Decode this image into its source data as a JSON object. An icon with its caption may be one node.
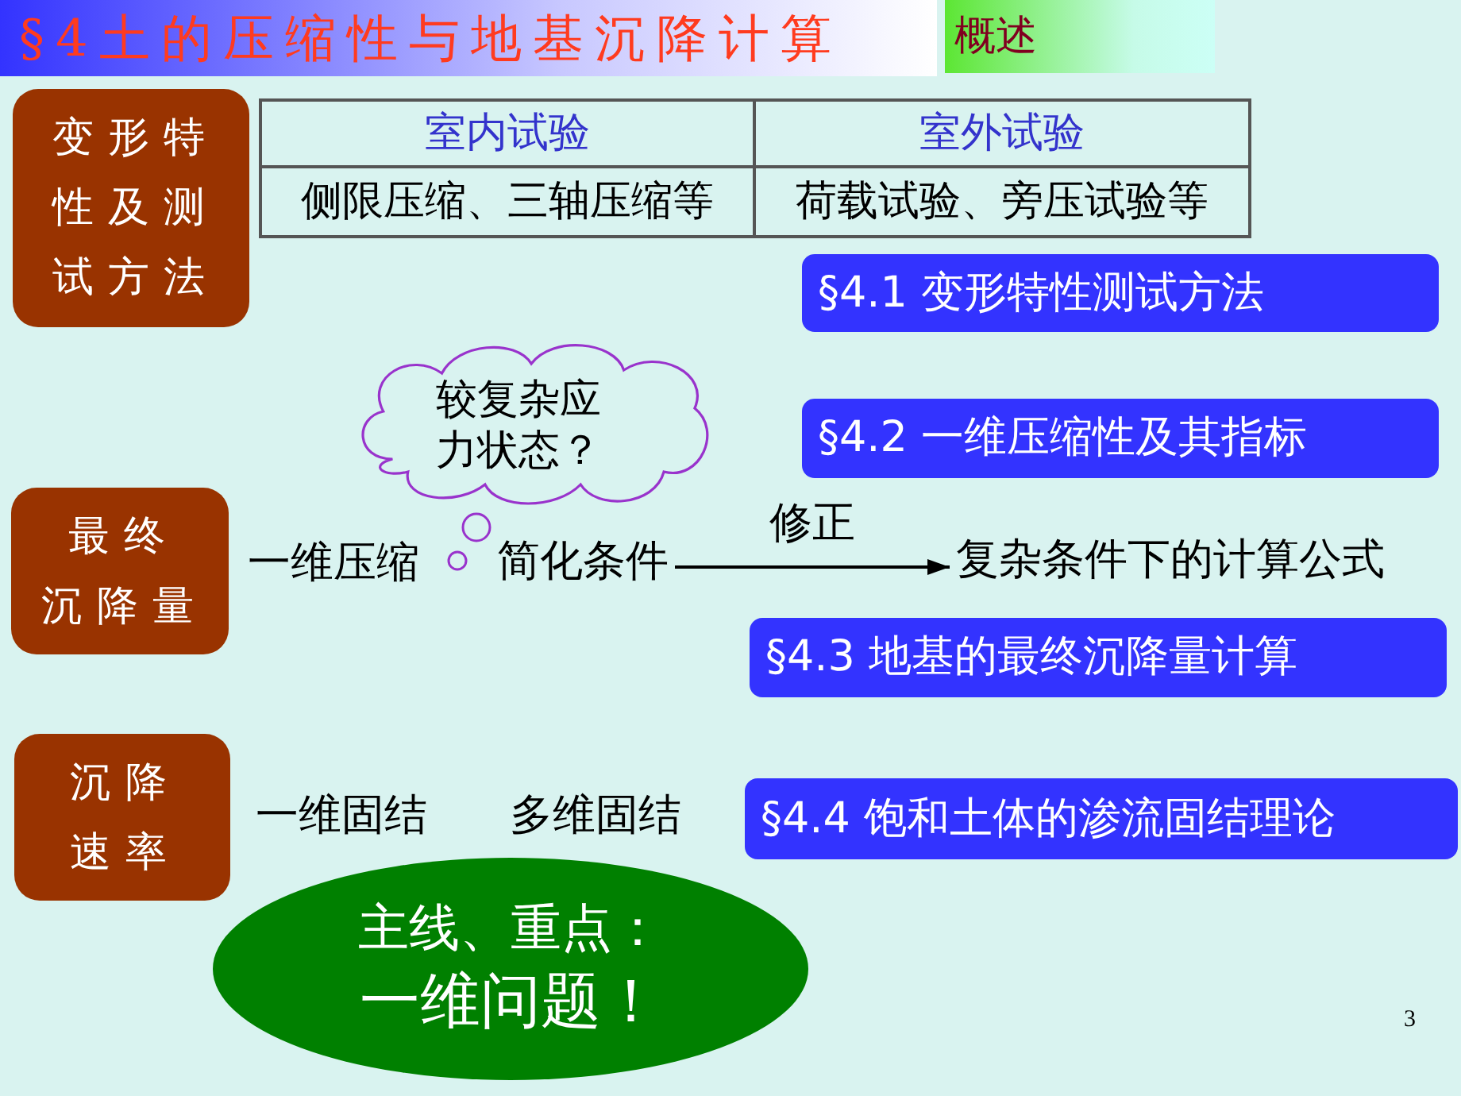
{
  "diagram": {
    "title": "§4土的压缩性与地基沉降计算",
    "nodes": [
      {
        "text": [
          "变形特性及测试方法"
        ]
      },
      {
        "text": [
          "§4.1 变形特性测试方法"
        ]
      },
      {
        "text": [
          "较复杂应力状态？"
        ]
      },
      {
        "text": [
          "§4.2 一维压缩性及其指标"
        ]
      },
      {
        "text": [
          "最终沉降量"
        ]
      },
      {
        "text": [
          "简化条件"
        ]
      },
      {
        "text": [
          "复杂条件下的计算公式"
        ]
      },
      {
        "text": [
          "§4.3 地基的最终沉降量计算"
        ]
      },
      {
        "text": [
          "沉降速率"
        ]
      },
      {
        "text": [
          "§4.4 饱和土体的渗流固结理论"
        ]
      },
      {
        "text": [
          "主线、重点：",
          "一维问题！"
        ]
      }
    ],
    "edges": [
      {
        "from": 5,
        "to": 6,
        "arrow": "to",
        "label": "修正"
      }
    ],
    "labels": [
      "概述",
      "室内试验",
      "室外试验",
      "侧限压缩、三轴压缩等",
      "荷载试验、旁压试验等",
      "一维压缩",
      "一维固结",
      "多维固结",
      "3"
    ]
  }
}
